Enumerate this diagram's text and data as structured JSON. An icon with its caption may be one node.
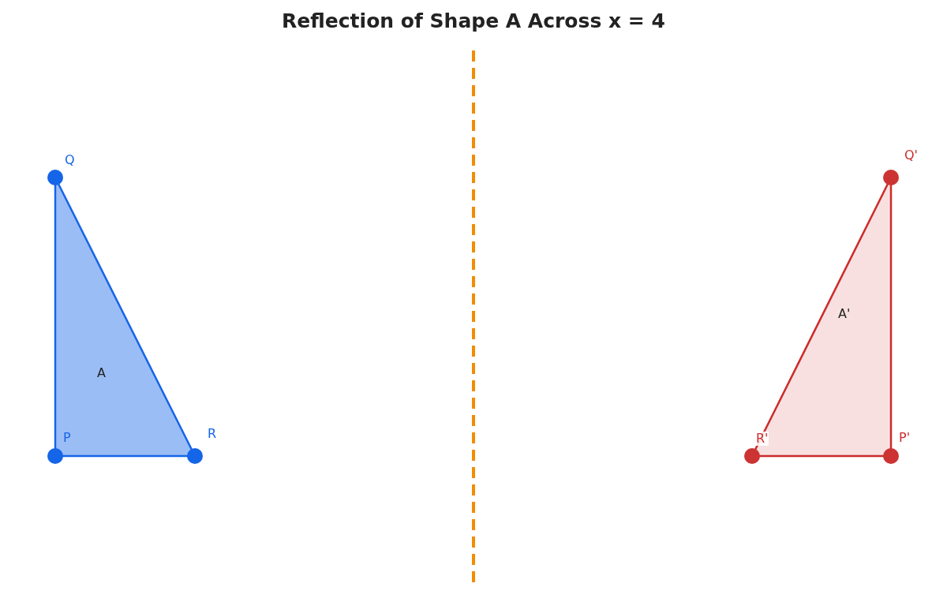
{
  "diagram": {
    "title": "Reflection of Shape A Across x = 4",
    "nodes": [
      {
        "text": [
          "A"
        ]
      },
      {
        "text": [],
        "shape": "circle",
        "beside": [
          "Q"
        ]
      },
      {
        "text": [],
        "shape": "circle",
        "beside": [
          "P"
        ]
      },
      {
        "text": [],
        "shape": "circle",
        "beside": [
          "R"
        ]
      },
      {
        "text": [
          "A'"
        ]
      },
      {
        "text": [],
        "shape": "circle",
        "beside": [
          "Q'"
        ]
      },
      {
        "text": [],
        "shape": "circle",
        "beside": [
          "R'"
        ]
      },
      {
        "text": [],
        "shape": "circle",
        "beside": [
          "P'"
        ]
      }
    ]
  }
}
